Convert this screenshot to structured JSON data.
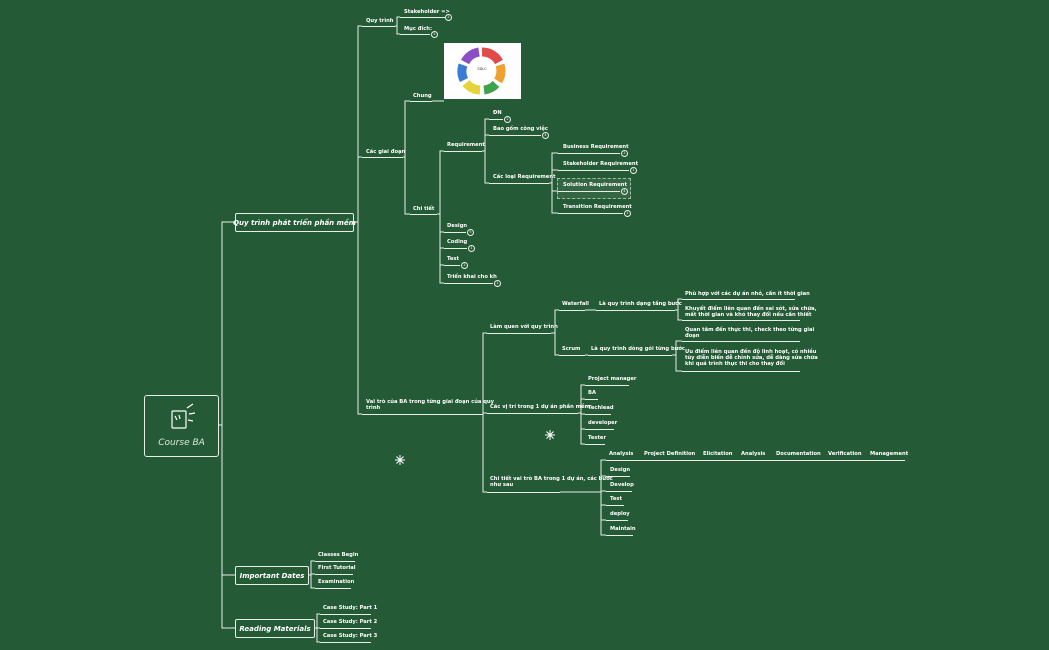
{
  "root": {
    "label": "Course BA"
  },
  "branches": {
    "quy_trinh_phat_trien": "Quy trình phát triển phần mềm",
    "important_dates": "Important Dates",
    "reading_materials": "Reading Materials"
  },
  "quy_trinh": {
    "label": "Quy trình",
    "children": [
      {
        "label": "Stakeholder =>",
        "count": "2"
      },
      {
        "label": "Mục đích:",
        "count": "5"
      }
    ]
  },
  "cac_giai_doan": {
    "label": "Các giai đoạn",
    "chung": "Chung",
    "chi_tiet": "Chi tiết",
    "requirement": "Requirement",
    "req_children": [
      {
        "label": "ĐN",
        "count": "2"
      },
      {
        "label": "Bao gồm công việc",
        "count": "4"
      },
      {
        "label": "Các loại Requirement",
        "count": ""
      }
    ],
    "req_types": [
      {
        "label": "Business Requirement",
        "count": "2"
      },
      {
        "label": "Stakeholder Requirement",
        "count": "1"
      },
      {
        "label": "Solution Requirement",
        "count": "4"
      },
      {
        "label": "Transition Requirement",
        "count": "1"
      }
    ],
    "stages": [
      {
        "label": "Design",
        "count": "5"
      },
      {
        "label": "Coding",
        "count": "1"
      },
      {
        "label": "Test",
        "count": "2"
      },
      {
        "label": "Triển khai cho kh",
        "count": "1"
      }
    ]
  },
  "vai_tro": {
    "label_line1": "Vai trò của BA trong từng giai đoạn của quy",
    "label_line2": "trình",
    "lam_quen": "Làm quen với quy trình",
    "waterfall": "Waterfall",
    "waterfall_desc": "Là quy trình dạng tầng bước",
    "waterfall_notes": [
      "Phù hợp với các dự án nhỏ, cần ít thời gian",
      "Khuyết điểm liên quan đến sai sót, sửa chữa,",
      "mất thời gian và khó thay đổi nếu cần thiết"
    ],
    "scrum": "Scrum",
    "scrum_desc": "Là quy trình dòng gói từng bước",
    "scrum_notes": [
      "Quan tâm đến thực thi, check theo từng giai",
      "đoạn",
      "Ưu điểm liên quan đến độ linh hoạt, có nhiều",
      "tùy diễn biến dễ chỉnh sửa, dễ dàng sửa chữa",
      "khi quá trình thực thi cho thay đổi"
    ],
    "vi_tri": "Các vị trí trong 1 dự án phần mềm",
    "roles": [
      "Project manager",
      "BA",
      "Techlead",
      "developer",
      "Tester"
    ],
    "chi_tiet_line1": "Chi tiết vai trò BA trong 1 dự án, các bước",
    "chi_tiet_line2": "như sau",
    "analysis_steps": [
      "Analysis",
      "Project Definition",
      "Elicitation",
      "Analysis",
      "Documentation",
      "Verification",
      "Management"
    ],
    "dev_steps": [
      "Design",
      "Develop",
      "Test",
      "deploy",
      "Maintain"
    ]
  },
  "important_dates": [
    "Classes Begin",
    "First Tutorial",
    "Examination"
  ],
  "reading_materials": [
    "Case Study: Part 1",
    "Case Study: Part 2",
    "Case Study: Part 3"
  ],
  "colors": {
    "background": "#245a35",
    "line": "#e8efe9"
  }
}
